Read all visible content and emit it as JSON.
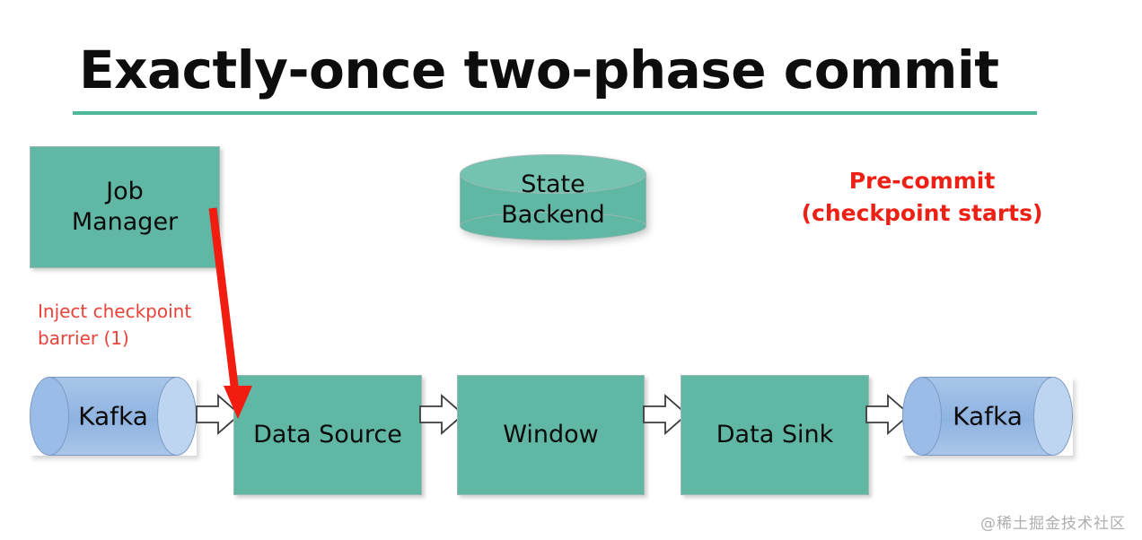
{
  "slide": {
    "title": "Exactly-once two-phase commit",
    "background_color": "#ffffff",
    "rule_color": "#4cb79a",
    "watermark": "@稀土掘金技术社区"
  },
  "palette": {
    "process_green": "#5fb7a4",
    "kafka_blue": "#9bbce6",
    "annotation_red": "#e8423a",
    "precommit_red": "#ee2016",
    "title_black": "#0d0d0d"
  },
  "nodes": {
    "job_manager": {
      "label_line1": "Job",
      "label_line2": "Manager",
      "shape": "rectangle",
      "color": "#5fb7a4"
    },
    "state_backend": {
      "label_line1": "State",
      "label_line2": "Backend",
      "shape": "cylinder",
      "color": "#5fb7a4"
    },
    "kafka_source": {
      "label": "Kafka",
      "shape": "cylinder",
      "color": "#9bbce6"
    },
    "data_source": {
      "label": "Data Source",
      "shape": "rectangle",
      "color": "#5fb7a4"
    },
    "window": {
      "label": "Window",
      "shape": "rectangle",
      "color": "#5fb7a4"
    },
    "data_sink": {
      "label": "Data Sink",
      "shape": "rectangle",
      "color": "#5fb7a4"
    },
    "kafka_sink": {
      "label": "Kafka",
      "shape": "cylinder",
      "color": "#9bbce6"
    }
  },
  "annotations": {
    "inject_barrier": "Inject checkpoint barrier (1)",
    "precommit_line1": "Pre-commit",
    "precommit_line2": "(checkpoint starts)"
  },
  "icons": {
    "flow_arrow": "block-arrow-right-icon",
    "barrier_arrow": "red-arrow-icon"
  }
}
